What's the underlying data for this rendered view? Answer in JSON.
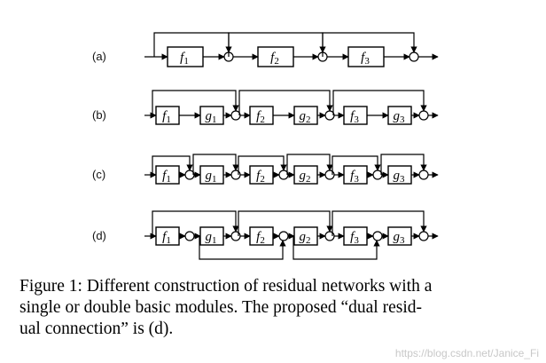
{
  "rows": [
    {
      "label": "(a)",
      "modules": [
        {
          "name": "f",
          "sub": "1"
        },
        {
          "name": "f",
          "sub": "2"
        },
        {
          "name": "f",
          "sub": "3"
        }
      ]
    },
    {
      "label": "(b)",
      "modules": [
        {
          "name": "f",
          "sub": "1"
        },
        {
          "name": "g",
          "sub": "1"
        },
        {
          "name": "f",
          "sub": "2"
        },
        {
          "name": "g",
          "sub": "2"
        },
        {
          "name": "f",
          "sub": "3"
        },
        {
          "name": "g",
          "sub": "3"
        }
      ]
    },
    {
      "label": "(c)",
      "modules": [
        {
          "name": "f",
          "sub": "1"
        },
        {
          "name": "g",
          "sub": "1"
        },
        {
          "name": "f",
          "sub": "2"
        },
        {
          "name": "g",
          "sub": "2"
        },
        {
          "name": "f",
          "sub": "3"
        },
        {
          "name": "g",
          "sub": "3"
        }
      ]
    },
    {
      "label": "(d)",
      "modules": [
        {
          "name": "f",
          "sub": "1"
        },
        {
          "name": "g",
          "sub": "1"
        },
        {
          "name": "f",
          "sub": "2"
        },
        {
          "name": "g",
          "sub": "2"
        },
        {
          "name": "f",
          "sub": "3"
        },
        {
          "name": "g",
          "sub": "3"
        }
      ]
    }
  ],
  "caption": {
    "line1": "Figure 1: Different construction of residual networks with a",
    "line2": "single or double basic modules. The proposed “dual resid-",
    "line3": "ual connection” is (d)."
  },
  "watermark": "https://blog.csdn.net/Janice_Fi"
}
